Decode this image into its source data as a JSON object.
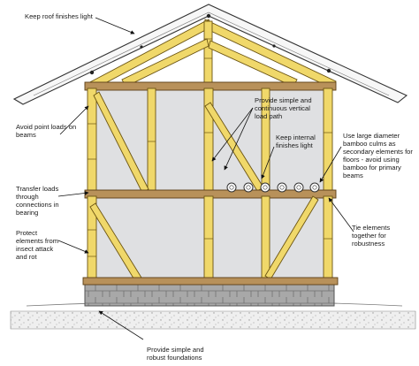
{
  "annotations": {
    "roof": "Keep roof finishes light",
    "point_loads": [
      "Avoid point loads on",
      "beams"
    ],
    "vertical_path": [
      "Provide simple and",
      "continuous vertical",
      "load path"
    ],
    "internal_finishes": [
      "Keep internal",
      "finishes light"
    ],
    "bamboo_culms": [
      "Use large diameter",
      "bamboo culms as",
      "secondary elements for",
      "floors - avoid using",
      "bamboo for primary",
      "beams"
    ],
    "transfer_loads": [
      "Transfer loads",
      "through",
      "connections in",
      "bearing"
    ],
    "tie_elements": [
      "Tie elements",
      "together for",
      "robustness"
    ],
    "protect": [
      "Protect",
      "elements from",
      "insect attack",
      "and rot"
    ],
    "foundations": [
      "Provide simple and",
      "robust foundations"
    ]
  },
  "colors": {
    "bamboo": "#f0d86a",
    "timber_beam": "#b8915a",
    "infill_panel": "#dfe0e2",
    "roof": "#f7f7f7",
    "foundation": "#a9a9a9",
    "ground": "#efefef"
  }
}
